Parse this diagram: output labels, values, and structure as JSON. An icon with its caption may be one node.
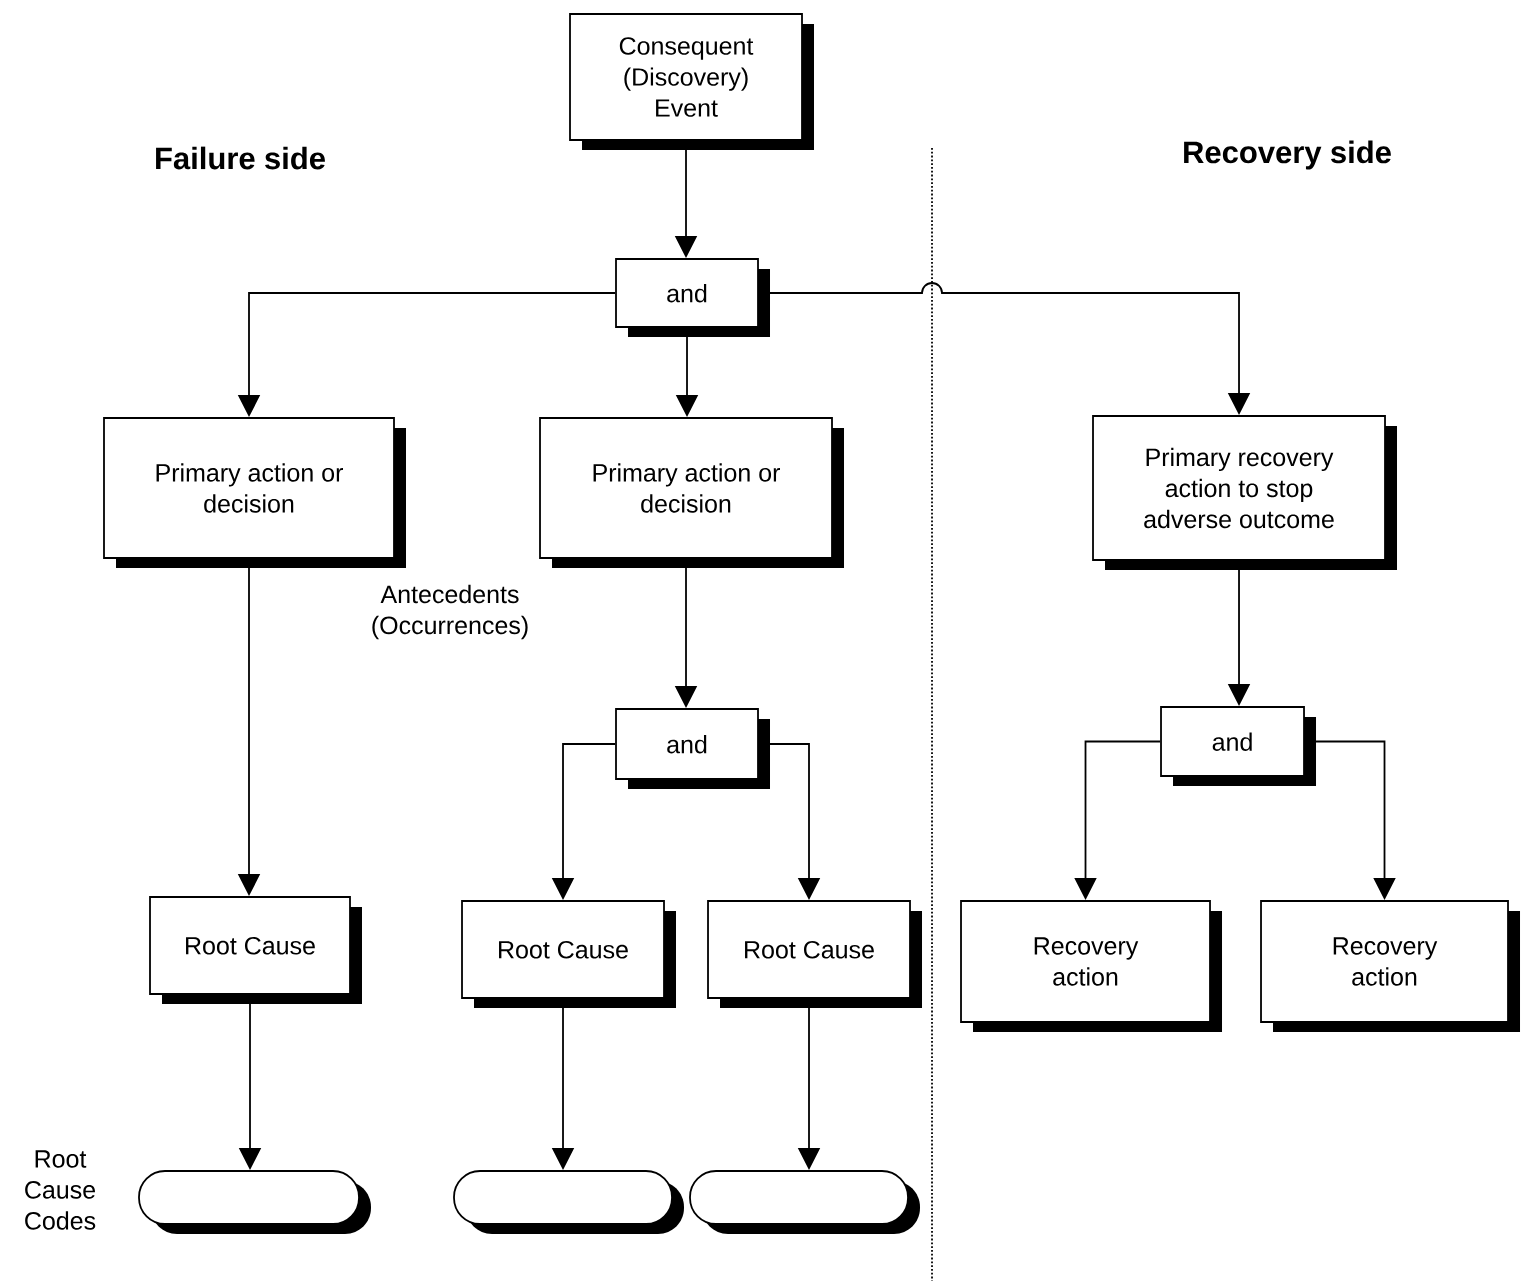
{
  "diagram": {
    "nodes": [
      {
        "text": [
          "Consequent (Discovery) Event"
        ]
      },
      {
        "text": [
          "and"
        ]
      },
      {
        "text": [
          "Primary action or decision"
        ]
      },
      {
        "text": [
          "Primary action or decision"
        ]
      },
      {
        "text": [
          "Primary recovery action to stop adverse outcome"
        ]
      },
      {
        "text": [
          "and"
        ]
      },
      {
        "text": [
          "and"
        ]
      },
      {
        "text": [
          "Root Cause"
        ]
      },
      {
        "text": [
          "Root Cause"
        ]
      },
      {
        "text": [
          "Root Cause"
        ]
      },
      {
        "text": [
          "Recovery action"
        ]
      },
      {
        "text": [
          "Recovery action"
        ]
      },
      {
        "text": [],
        "shape": "capsule"
      },
      {
        "text": [],
        "shape": "capsule"
      },
      {
        "text": [],
        "shape": "capsule"
      }
    ],
    "edges": [
      {
        "from": 0,
        "to": 1,
        "arrow": "to"
      },
      {
        "from": 1,
        "to": 2,
        "arrow": "to"
      },
      {
        "from": 1,
        "to": 3,
        "arrow": "to"
      },
      {
        "from": 1,
        "to": 4,
        "arrow": "to"
      },
      {
        "from": 2,
        "to": 7,
        "arrow": "to"
      },
      {
        "from": 3,
        "to": 5,
        "arrow": "to"
      },
      {
        "from": 5,
        "to": 8,
        "arrow": "to"
      },
      {
        "from": 5,
        "to": 9,
        "arrow": "to"
      },
      {
        "from": 4,
        "to": 6,
        "arrow": "to"
      },
      {
        "from": 6,
        "to": 10,
        "arrow": "to"
      },
      {
        "from": 6,
        "to": 11,
        "arrow": "to"
      },
      {
        "from": 7,
        "to": 12,
        "arrow": "to"
      },
      {
        "from": 8,
        "to": 13,
        "arrow": "to"
      },
      {
        "from": 9,
        "to": 14,
        "arrow": "to"
      }
    ],
    "labels": [
      "Failure side",
      "Recovery side",
      "Antecedents (Occurrences)",
      "Root Cause Codes"
    ]
  }
}
